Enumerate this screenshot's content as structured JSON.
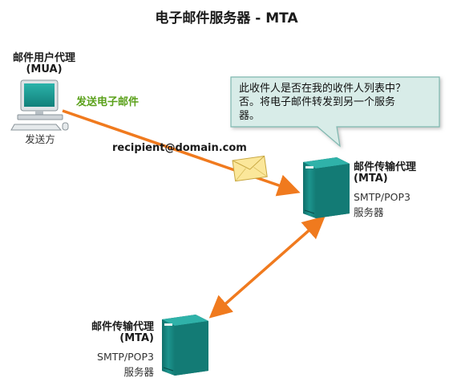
{
  "title": "电子邮件服务器 - MTA",
  "mua": {
    "name": "邮件用户代理",
    "abbr": "(MUA)",
    "action": "发送电子邮件",
    "role": "发送方"
  },
  "recipient": "recipient@domain.com",
  "callout": {
    "line1": "此收件人是否在我的收件人列表中？",
    "line2": "否。将电子邮件转发到另一个服务",
    "line3": "器。"
  },
  "mta_top": {
    "name": "邮件传输代理",
    "abbr": "(MTA)",
    "proto": "SMTP/POP3",
    "role": "服务器"
  },
  "mta_bottom": {
    "name": "邮件传输代理",
    "abbr": "(MTA)",
    "proto": "SMTP/POP3",
    "role": "服务器"
  },
  "colors": {
    "arrow": "#f07a1e",
    "server": "#1f9a93",
    "callout_bg": "#d8ece8",
    "callout_border": "#7fb8b0"
  }
}
